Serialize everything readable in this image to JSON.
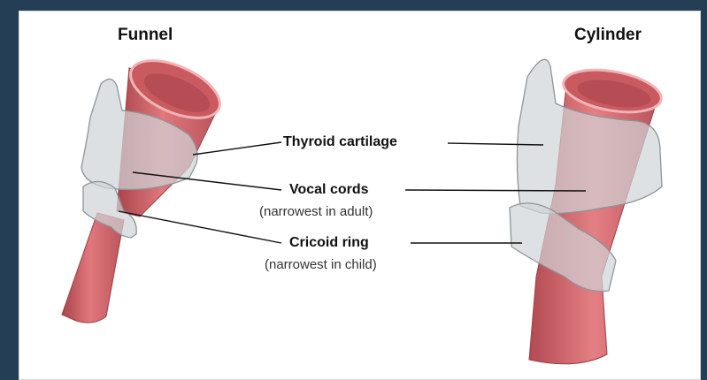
{
  "headings": {
    "left": "Funnel",
    "right": "Cylinder"
  },
  "labels": {
    "thyroid": {
      "title": "Thyroid cartilage"
    },
    "vocal": {
      "title": "Vocal cords",
      "note": "(narrowest in adult)"
    },
    "cricoid": {
      "title": "Cricoid ring",
      "note": "(narrowest in child)"
    }
  },
  "colors": {
    "background": "#243f55",
    "airway": "#d86a70",
    "airway_dark": "#a8444a",
    "airway_light": "#ef9ea2",
    "cartilage": "#d0d4d7",
    "cartilage_edge": "#8e9499"
  }
}
